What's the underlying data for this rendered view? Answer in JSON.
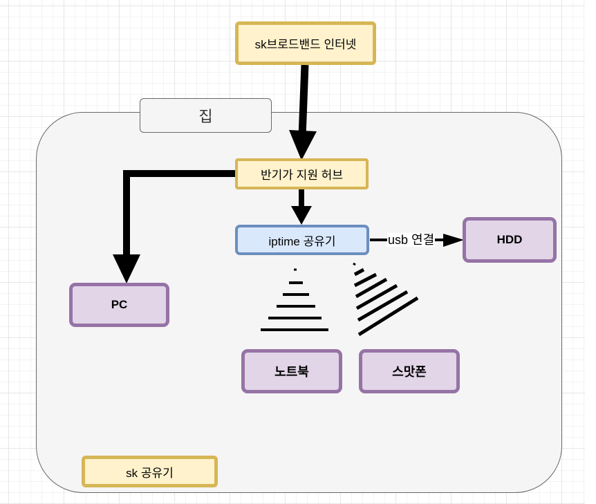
{
  "diagram": {
    "internet": "sk브로드밴드 인터넷",
    "house_title": "집",
    "hub": "반기가 지원 허브",
    "router": "iptime 공유기",
    "usb_label": "usb 연결",
    "hdd": "HDD",
    "pc": "PC",
    "laptop": "노트북",
    "smartphone": "스맛폰",
    "sk_router": "sk 공유기"
  },
  "colors": {
    "yellow_fill": "#fff2cc",
    "yellow_stroke": "#d6b656",
    "purple_fill": "#e1d5e7",
    "purple_stroke": "#9673a6",
    "blue_fill": "#dae8fc",
    "blue_stroke": "#6c8ebf",
    "group_fill": "#f5f5f5",
    "group_stroke": "#666666"
  }
}
